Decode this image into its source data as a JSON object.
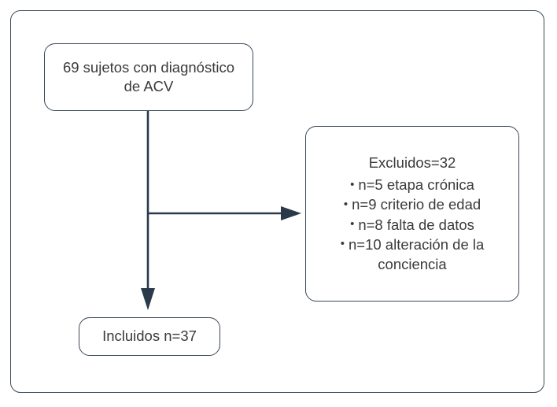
{
  "figure": {
    "type": "flowchart",
    "title_text": "",
    "background_color": "#ffffff",
    "frame_border_color": "#3e4a59",
    "box_border_color": "#3b4756",
    "text_color": "#3a3a3a",
    "connector_color": "#2b3a4a"
  },
  "nodes": {
    "source": {
      "label": "69 sujetos con diagnóstico de ACV"
    },
    "excluded": {
      "title": "Excluidos=32",
      "bullet_glyph": "•",
      "items": [
        "n=5 etapa crónica",
        "n=9 criterio de edad",
        "n=8 falta de datos",
        "n=10 alteración de la conciencia"
      ]
    },
    "included": {
      "label": "Incluidos n=37"
    }
  },
  "connectors": {
    "vertical_label": "",
    "branch_label": ""
  }
}
